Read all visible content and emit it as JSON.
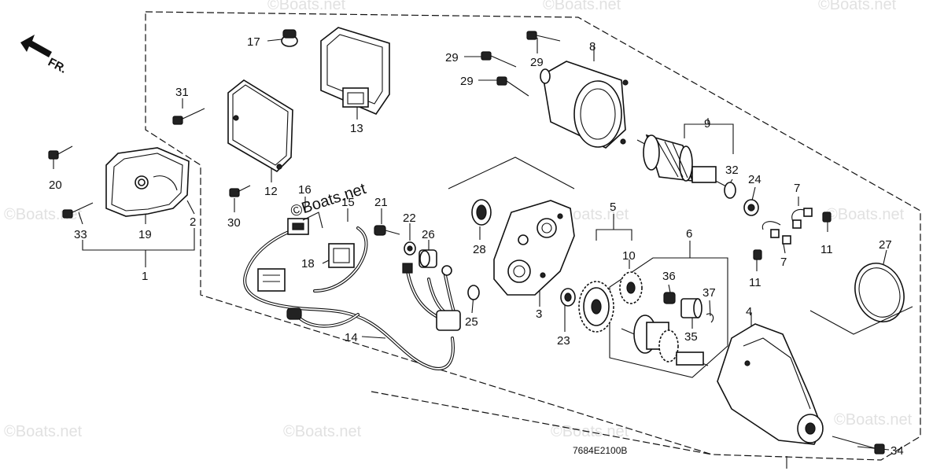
{
  "diagram": {
    "direction_label": "FR.",
    "drawing_code": "7684E2100B",
    "watermark": "©Boats.net",
    "callouts": {
      "c1": "1",
      "c2": "2",
      "c3": "3",
      "c4": "4",
      "c5": "5",
      "c6": "6",
      "c7a": "7",
      "c7b": "7",
      "c8": "8",
      "c9": "9",
      "c10": "10",
      "c11a": "11",
      "c11b": "11",
      "c12": "12",
      "c13": "13",
      "c14": "14",
      "c15": "15",
      "c16": "16",
      "c17": "17",
      "c18": "18",
      "c19": "19",
      "c20": "20",
      "c21": "21",
      "c22": "22",
      "c23": "23",
      "c24": "24",
      "c25": "25",
      "c26": "26",
      "c27": "27",
      "c28": "28",
      "c29a": "29",
      "c29b": "29",
      "c29c": "29",
      "c30": "30",
      "c31": "31",
      "c32": "32",
      "c33": "33",
      "c34": "34",
      "c35": "35",
      "c36": "36",
      "c37": "37"
    }
  }
}
